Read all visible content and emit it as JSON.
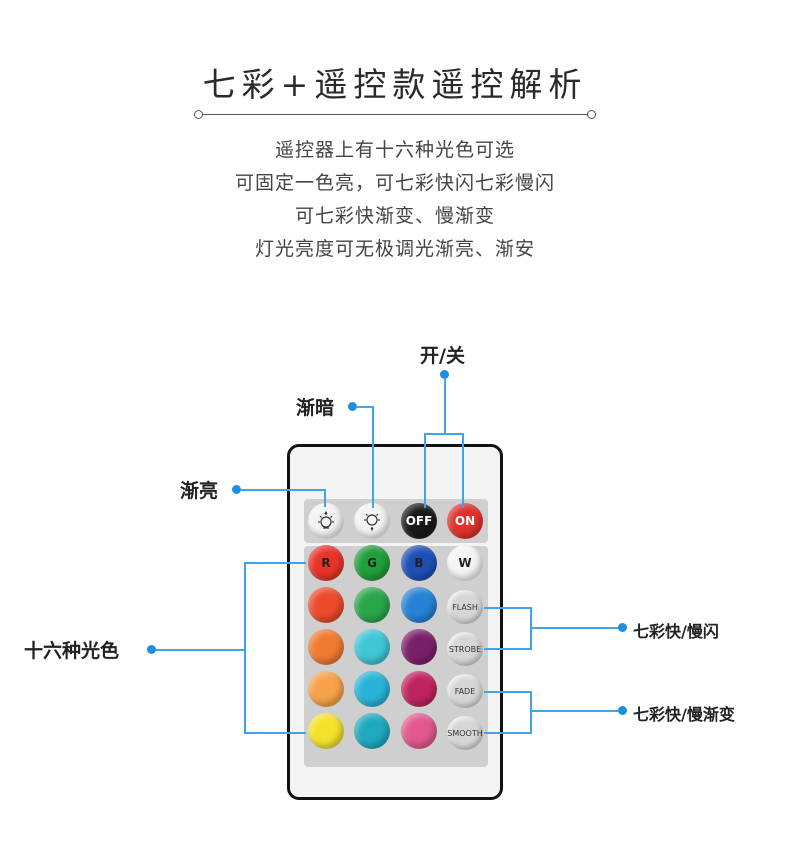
{
  "header": {
    "title": "七彩+遥控款遥控解析",
    "description": [
      "遥控器上有十六种光色可选",
      "可固定一色亮，可七彩快闪七彩慢闪",
      "可七彩快渐变、慢渐变",
      "灯光亮度可无极调光渐亮、渐安"
    ]
  },
  "callouts": {
    "power": "开/关",
    "dim": "渐暗",
    "brighten": "渐亮",
    "sixteen_colors": "十六种光色",
    "flash_strobe": "七彩快/慢闪",
    "fade_smooth": "七彩快/慢渐变"
  },
  "remote": {
    "top_buttons": [
      {
        "icon": "brighten-bulb-icon",
        "label": ""
      },
      {
        "icon": "dim-bulb-icon",
        "label": ""
      },
      {
        "label": "OFF",
        "color": "#1a1a1a"
      },
      {
        "label": "ON",
        "color": "#e0312b"
      }
    ],
    "color_rows": [
      [
        {
          "label": "R",
          "color": "#e8332a"
        },
        {
          "label": "G",
          "color": "#1f9e3c"
        },
        {
          "label": "B",
          "color": "#1d4fb5"
        },
        {
          "label": "W",
          "color": "#f4f4f4"
        }
      ],
      [
        {
          "label": "",
          "color": "#ec4a2b"
        },
        {
          "label": "",
          "color": "#2aa64a"
        },
        {
          "label": "",
          "color": "#2582d6"
        }
      ],
      [
        {
          "label": "",
          "color": "#f07a32"
        },
        {
          "label": "",
          "color": "#3fc6d6"
        },
        {
          "label": "",
          "color": "#7a1f6a"
        }
      ],
      [
        {
          "label": "",
          "color": "#f5a24a"
        },
        {
          "label": "",
          "color": "#29b3d8"
        },
        {
          "label": "",
          "color": "#c0245e"
        }
      ],
      [
        {
          "label": "",
          "color": "#f3e22c"
        },
        {
          "label": "",
          "color": "#1fa9bf"
        },
        {
          "label": "",
          "color": "#e2588f"
        }
      ]
    ],
    "mode_buttons": [
      "FLASH",
      "STROBE",
      "FADE",
      "SMOOTH"
    ]
  },
  "colors": {
    "callout_line": "#3fa4ea",
    "callout_dot": "#1e8fe0",
    "remote_panel": "#cfcfcf"
  }
}
